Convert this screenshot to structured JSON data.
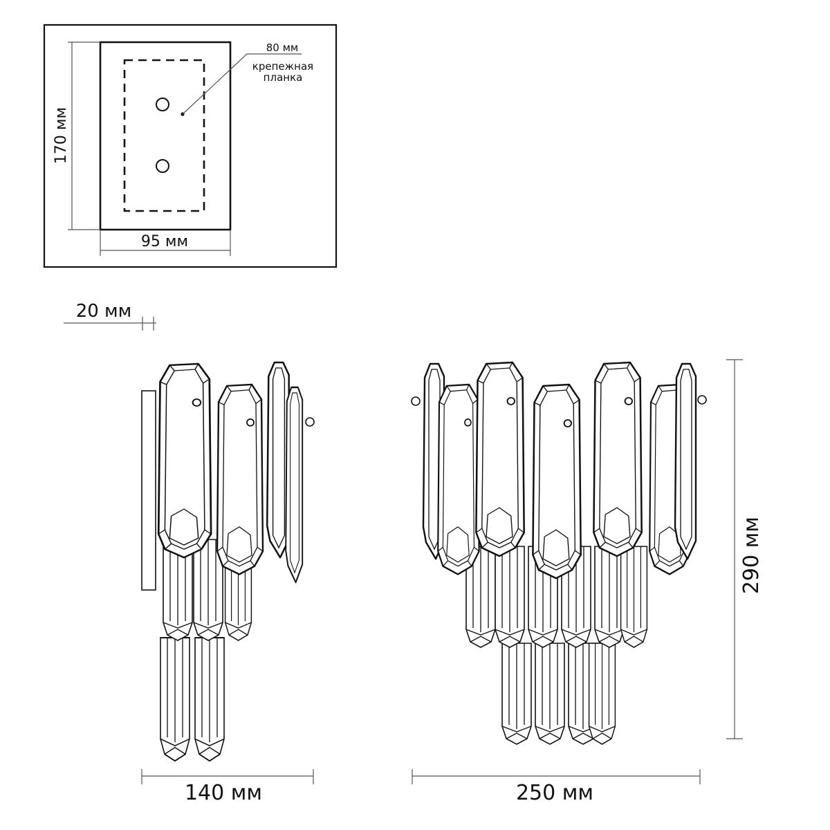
{
  "mount_plate": {
    "height_label": "170 мм",
    "width_label": "95 мм",
    "hole_spacing_label": "80 мм",
    "bracket_label_line1": "крепежная",
    "bracket_label_line2": "планка"
  },
  "depth_offset_label": "20 мм",
  "side_view": {
    "width_label": "140 мм"
  },
  "front_view": {
    "width_label": "250 мм",
    "height_label": "290 мм"
  }
}
